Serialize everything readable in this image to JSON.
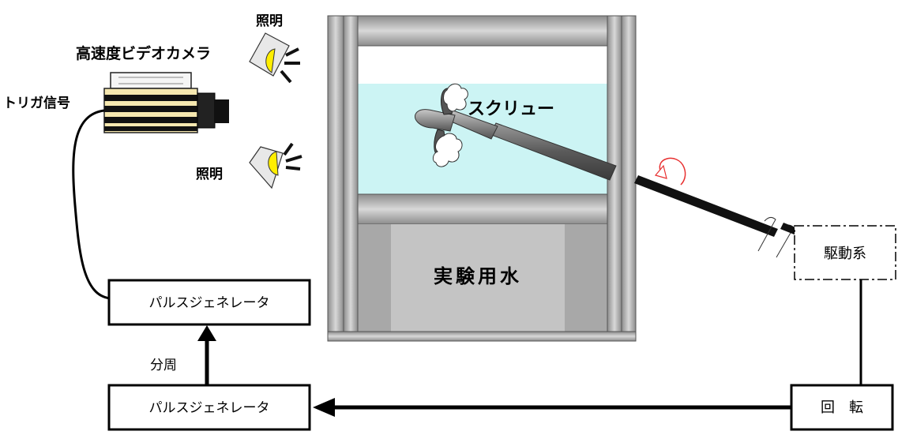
{
  "labels": {
    "lighting_top": "照明",
    "camera": "高速度ビデオカメラ",
    "trigger": "トリガ信号",
    "lighting_bottom": "照明",
    "screw": "スクリュー",
    "tank_water": "実験用水",
    "drive": "駆動系",
    "pulse_gen_top": "パルスジェネレータ",
    "division": "分周",
    "pulse_gen_bottom": "パルスジェネレータ",
    "rotation": "回　転"
  },
  "colors": {
    "water": "#ccf4f4",
    "frame": "#b0b0b0",
    "frame_dark": "#7a7a7a",
    "tank_water_box": "#bdbdbd",
    "shaft_gray": "#6e6e6e",
    "lamp_yellow": "#ffee00",
    "rotation_arrow": "#e83030"
  }
}
